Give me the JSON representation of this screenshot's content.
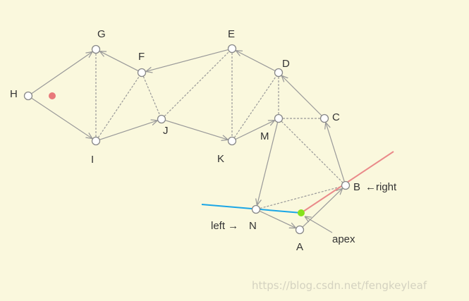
{
  "nodes": {
    "A": "A",
    "B": "B",
    "C": "C",
    "D": "D",
    "E": "E",
    "F": "F",
    "G": "G",
    "H": "H",
    "I": "I",
    "J": "J",
    "K": "K",
    "M": "M",
    "N": "N"
  },
  "annotations": {
    "right": "←right",
    "left": "left →",
    "apex": "apex"
  },
  "watermark": "https://blog.csdn.net/fengkeyleaf",
  "colors": {
    "background": "#faf8dd",
    "edge": "#999999",
    "node_fill": "#ffffff",
    "left_line": "#1aa6e6",
    "right_line": "#ea8a8a",
    "apex_point": "#86e21c",
    "marker_point": "#e8787a"
  }
}
